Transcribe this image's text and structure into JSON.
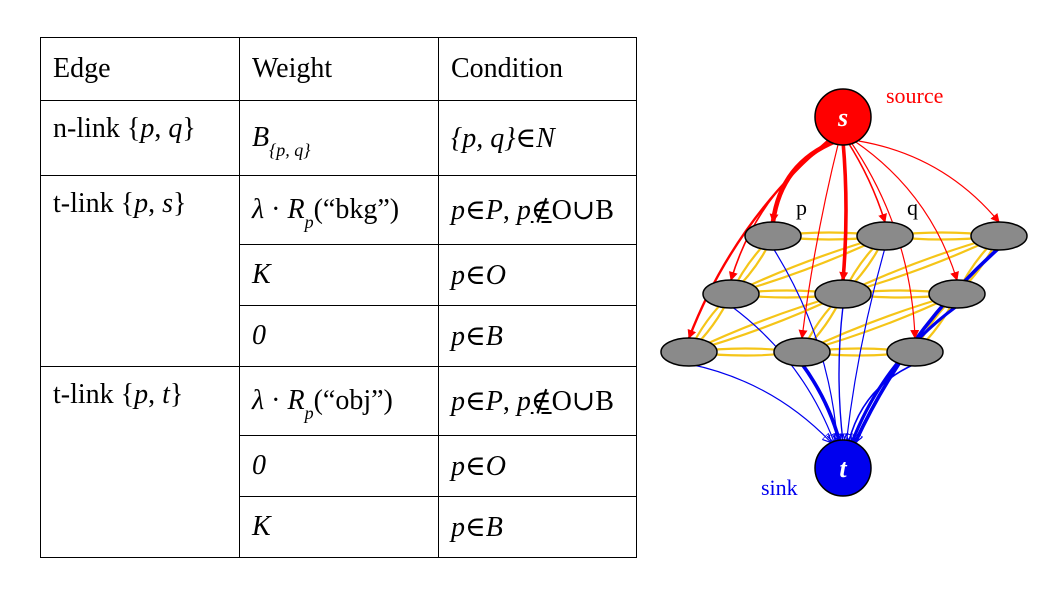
{
  "table": {
    "headers": {
      "edge": "Edge",
      "weight": "Weight",
      "condition": "Condition"
    },
    "rows": [
      {
        "edge": "n-link {p, q}",
        "weight": "B{p, q}",
        "condition": "{p, q}∈N"
      },
      {
        "edge": "t-link {p, s}",
        "weight": "λ · Rp(“bkg”)",
        "condition": "p∈P, p∉O∪B"
      },
      {
        "edge": "",
        "weight": "K",
        "condition": "p∈O"
      },
      {
        "edge": "",
        "weight": "0",
        "condition": "p∈B"
      },
      {
        "edge": "t-link {p, t}",
        "weight": "λ · Rp(“obj”)",
        "condition": "p∈P, p∉O∪B"
      },
      {
        "edge": "",
        "weight": "0",
        "condition": "p∈O"
      },
      {
        "edge": "",
        "weight": "K",
        "condition": "p∈B"
      }
    ]
  },
  "graph": {
    "source_node": "s",
    "source_label": "source",
    "sink_node": "t",
    "sink_label": "sink",
    "pixel_labels": [
      "p",
      "q"
    ],
    "colors": {
      "source": "#ff0000",
      "sink": "#0000ee",
      "n_link": "#f5c518",
      "pixel": "#8a8a8a"
    }
  }
}
